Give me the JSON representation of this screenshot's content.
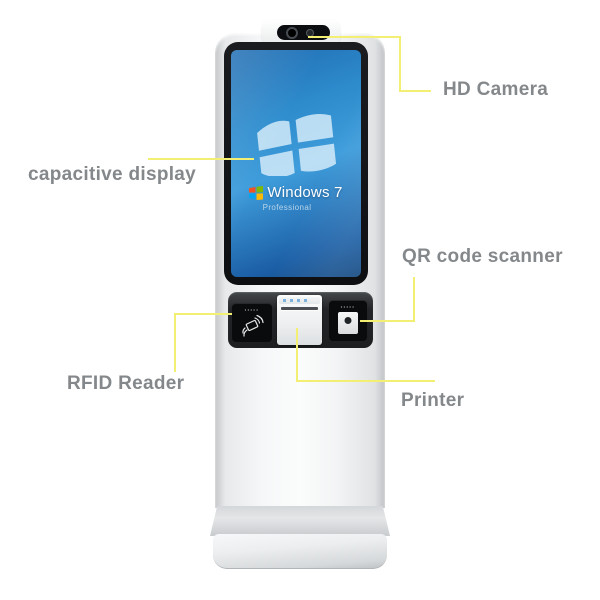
{
  "colors": {
    "callout_line": "#f3ef72",
    "label_text": "#84888b",
    "kiosk_body": "#f2f3f4",
    "bezel": "#0d0f12",
    "screen_top": "#3f9ddb",
    "screen_bottom": "#11477f",
    "device_panel": "#232528",
    "windows_text": "#ffffff",
    "professional_text": "#b9d5eb"
  },
  "annotations": {
    "hd_camera": {
      "label": "HD Camera"
    },
    "capacitive_display": {
      "label": "capacitive display"
    },
    "qr_scanner": {
      "label": "QR code scanner"
    },
    "rfid_reader": {
      "label": "RFID Reader"
    },
    "printer": {
      "label": "Printer"
    }
  },
  "screen": {
    "os_name": "Windows 7",
    "edition": "Professional"
  },
  "devices": {
    "rfid_microtext": "•••••",
    "qr_microtext": "•••••"
  },
  "icons": {
    "camera": "hd-camera-lens-icon",
    "windows_flag_large": "windows-7-flag-icon",
    "windows_flag_small": "windows-logo-icon",
    "rfid": "rfid-contactless-icon",
    "qr_window": "qr-scanner-window-icon"
  }
}
